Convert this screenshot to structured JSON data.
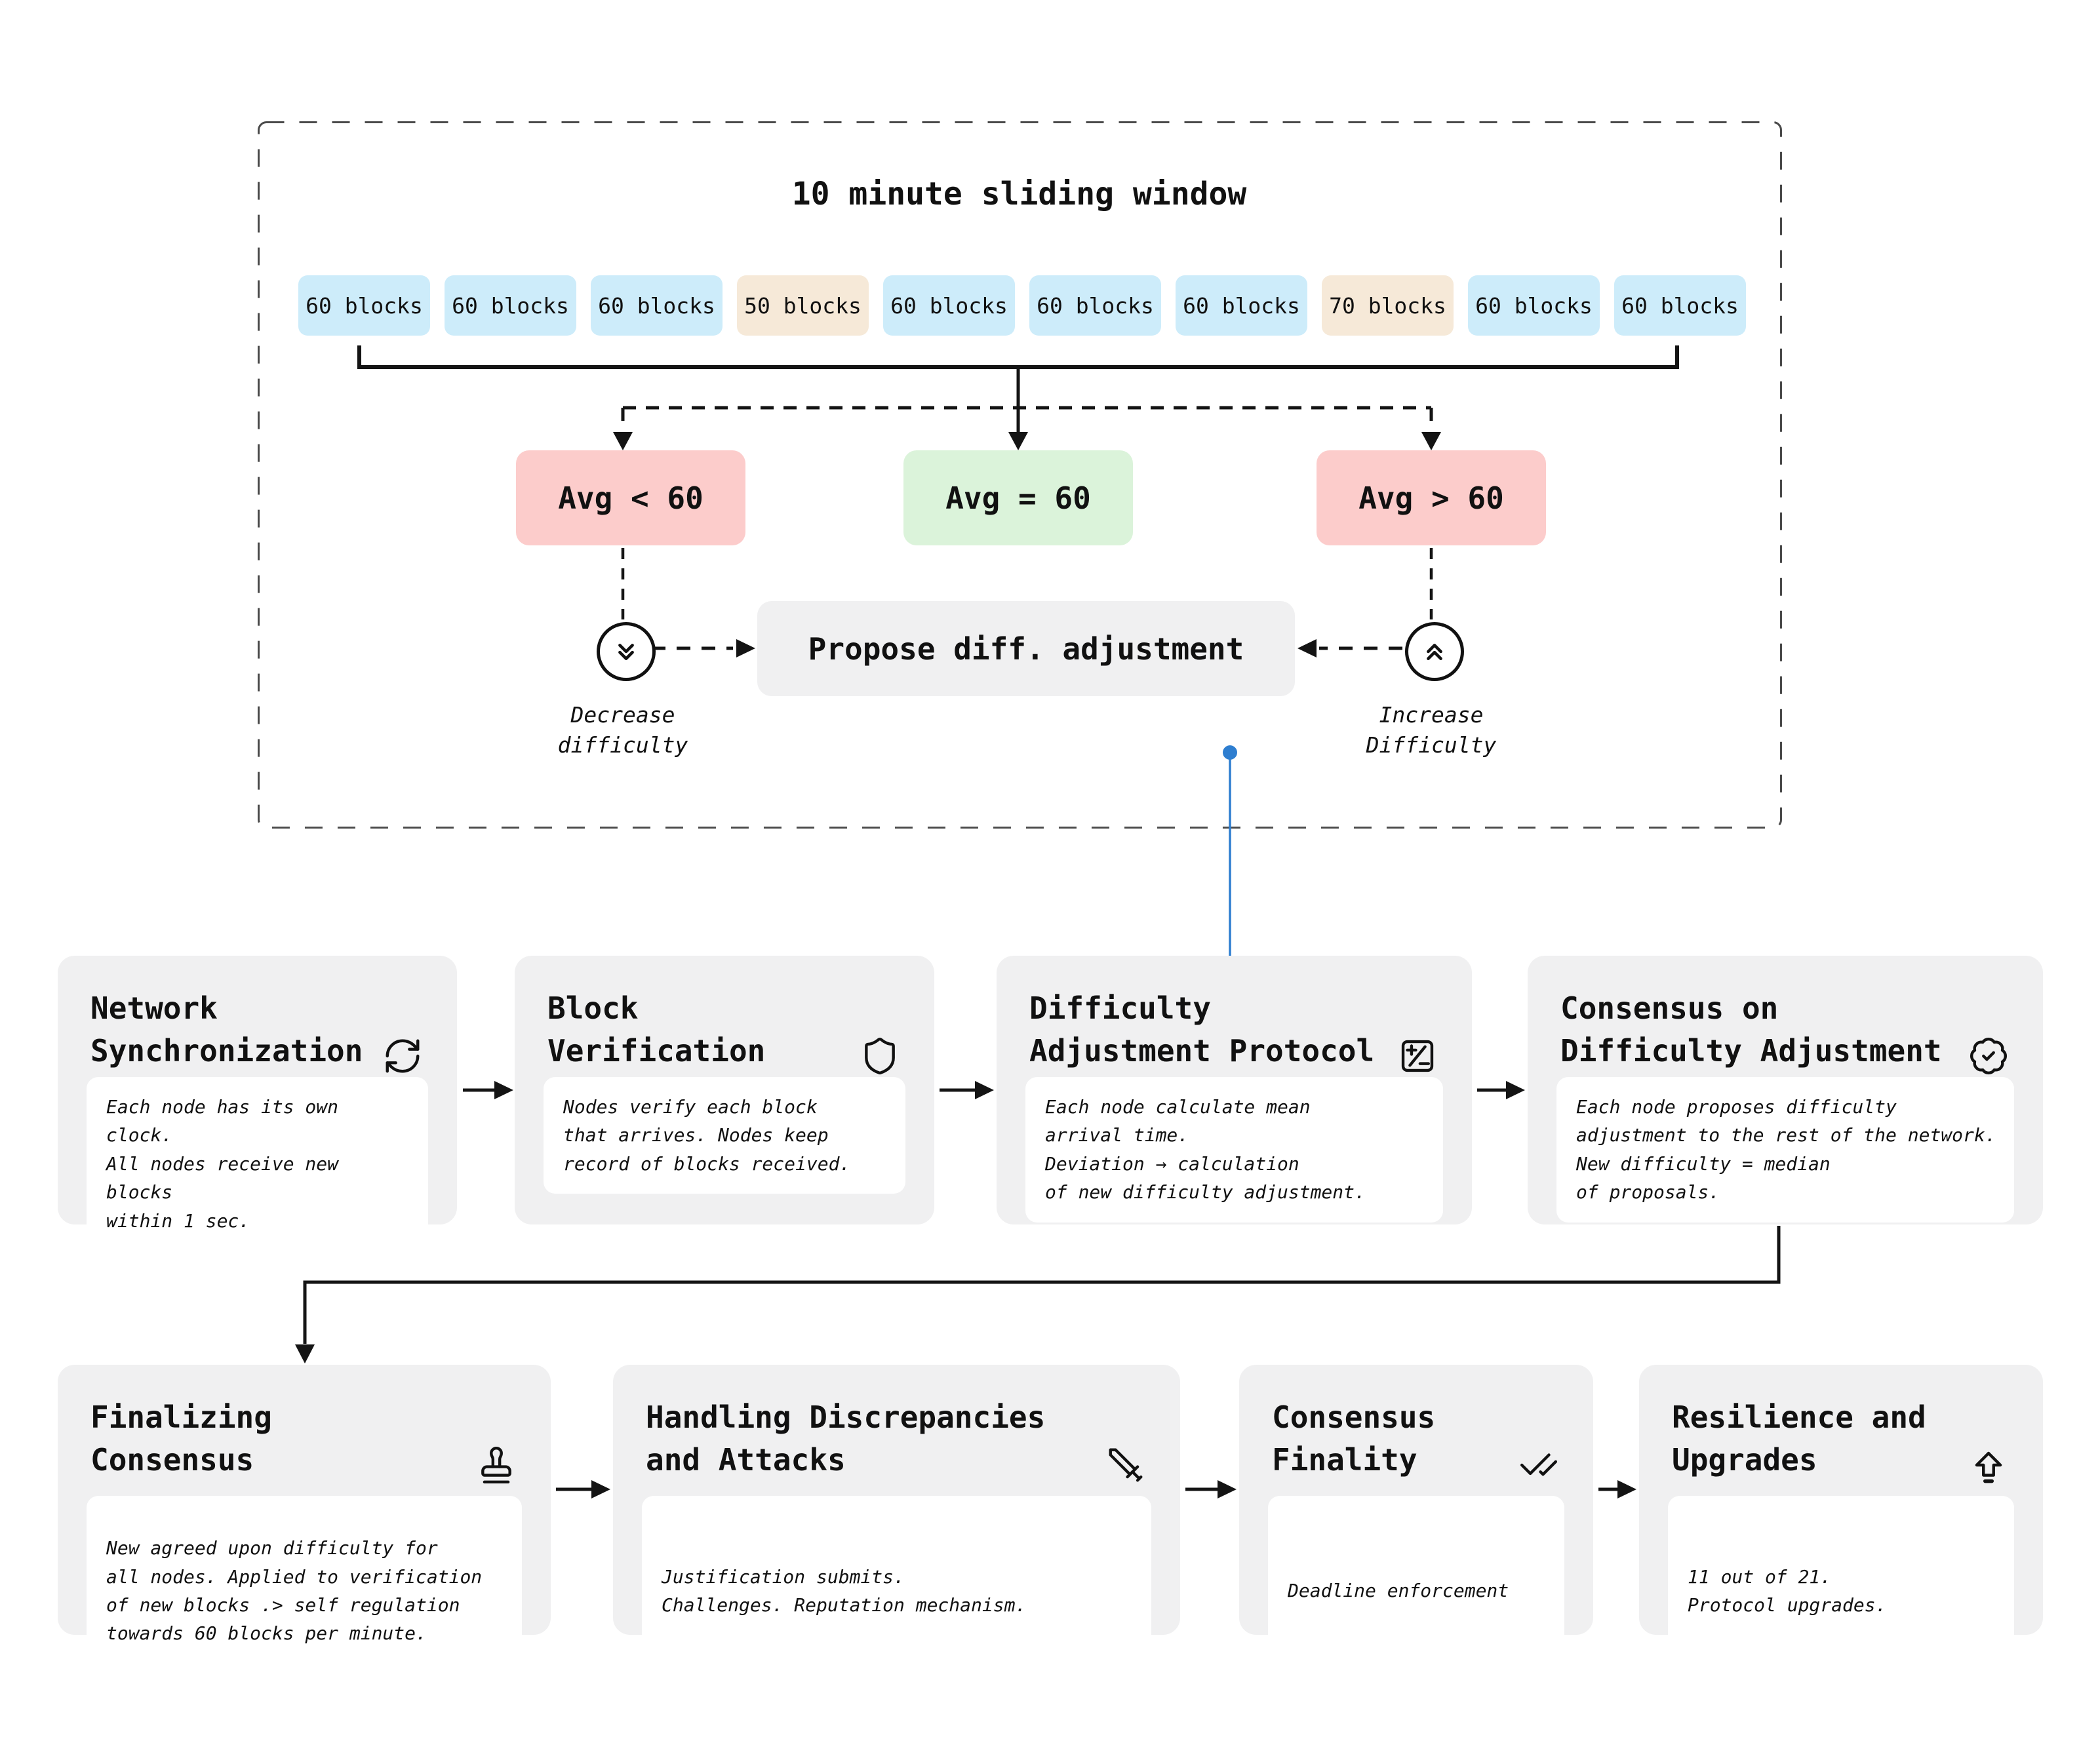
{
  "panel": {
    "title": "10 minute sliding window",
    "blocks": [
      {
        "label": "60 blocks"
      },
      {
        "label": "60 blocks"
      },
      {
        "label": "60 blocks"
      },
      {
        "label": "50 blocks"
      },
      {
        "label": "60 blocks"
      },
      {
        "label": "60 blocks"
      },
      {
        "label": "60 blocks"
      },
      {
        "label": "70 blocks"
      },
      {
        "label": "60 blocks"
      },
      {
        "label": "60 blocks"
      }
    ],
    "avg_left": "Avg < 60",
    "avg_mid": "Avg = 60",
    "avg_right": "Avg > 60",
    "propose": "Propose diff. adjustment",
    "decrease_label": "Decrease\ndifficulty",
    "increase_label": "Increase\nDifficulty"
  },
  "cards": [
    {
      "title": "Network\nSynchronization",
      "icon": "sync-icon",
      "body": "Each node has its own clock.\nAll nodes receive new blocks\nwithin 1 sec."
    },
    {
      "title": "Block\nVerification",
      "icon": "shield-icon",
      "body": "Nodes verify each block\nthat arrives. Nodes keep\nrecord of blocks received."
    },
    {
      "title": "Difficulty\nAdjustment Protocol",
      "icon": "diff-icon",
      "body": "Each node calculate mean\narrival time.\nDeviation → calculation\nof new difficulty adjustment."
    },
    {
      "title": "Consensus on\nDifficulty Adjustment",
      "icon": "badge-check-icon",
      "body": "Each node proposes difficulty\nadjustment to the rest of the network.\nNew difficulty = median\nof proposals."
    },
    {
      "title": "Finalizing\nConsensus",
      "icon": "stamp-icon",
      "body": "New agreed upon difficulty for\nall nodes. Applied to verification\nof new blocks .> self regulation\ntowards 60 blocks per minute."
    },
    {
      "title": "Handling Discrepancies\nand Attacks",
      "icon": "sword-icon",
      "body": "Justification submits.\nChallenges. Reputation mechanism."
    },
    {
      "title": "Consensus\nFinality",
      "icon": "double-check-icon",
      "body": "Deadline enforcement"
    },
    {
      "title": "Resilience and\nUpgrades",
      "icon": "upgrade-icon",
      "body": "11 out of 21.\nProtocol upgrades."
    }
  ],
  "colors": {
    "block_blue": "#cdecfa",
    "block_tan": "#f6e9d8",
    "branch_red": "#fccccb",
    "branch_green": "#dbf3da",
    "card_gray": "#f0f0f1",
    "wire_black": "#141414",
    "dashed_gray": "#4a4a4a",
    "accent_blue": "#2e7ed0"
  }
}
